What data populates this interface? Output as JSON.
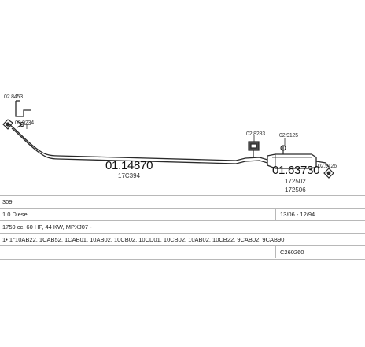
{
  "diagram": {
    "part_codes": {
      "bracket_top": "02.8453",
      "clamp_front": "02.9234",
      "front_pipe": "01.14870",
      "front_pipe_ref": "17C394",
      "rear_hanger": "02.8283",
      "rear_clamp": "02.9125",
      "rear_silencer": "01.63730",
      "rear_silencer_ref1": "172502",
      "rear_silencer_ref2": "172506",
      "tail_clamp": "02.9126"
    }
  },
  "spec": {
    "model": "309",
    "engine": "1.0 Diese",
    "years": "13/06 - 12/94",
    "details": "1759 cc, 60 HP, 44 KW, MPXJ07 -",
    "codes": "1• 1°10AB22, 1CAB52, 1CAB01, 10AB02, 10CB02, 10CD01, 10CB02, 10AB02, 10CB22, 9CAB02, 9CAB90",
    "catalog_no": "C260260"
  },
  "colors": {
    "line": "#2a2a2a",
    "grid": "#b8b8b8",
    "part_fill": "#4a4a4a"
  }
}
